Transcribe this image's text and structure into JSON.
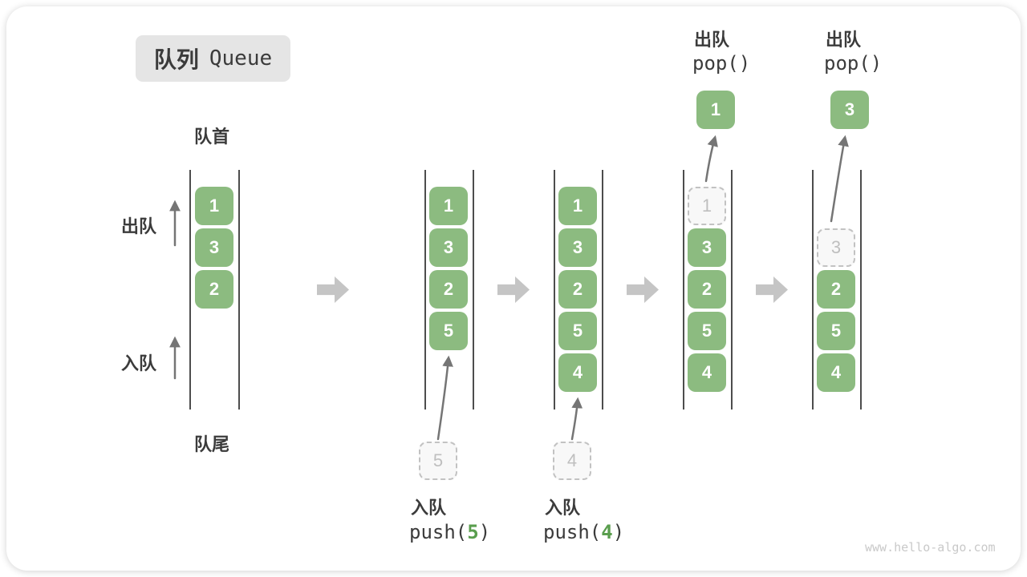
{
  "title": {
    "zh": "队列",
    "en": "Queue"
  },
  "side": {
    "front": "队首",
    "rear": "队尾",
    "dequeue": "出队",
    "enqueue": "入队"
  },
  "columns": [
    {
      "cells": [
        "1",
        "3",
        "2"
      ]
    },
    {
      "cells": [
        "1",
        "3",
        "2",
        "5"
      ]
    },
    {
      "cells": [
        "1",
        "3",
        "2",
        "5",
        "4"
      ]
    },
    {
      "ghost": "1",
      "cells": [
        "3",
        "2",
        "5",
        "4"
      ]
    },
    {
      "ghost": "3",
      "cells": [
        "2",
        "5",
        "4"
      ]
    }
  ],
  "ops": {
    "push5": {
      "label": "入队",
      "code_open": "push(",
      "arg": "5",
      "code_close": ")",
      "ghost_value": "5"
    },
    "push4": {
      "label": "入队",
      "code_open": "push(",
      "arg": "4",
      "code_close": ")",
      "ghost_value": "4"
    },
    "pop1": {
      "label": "出队",
      "code": "pop()",
      "popped_value": "1"
    },
    "pop3": {
      "label": "出队",
      "code": "pop()",
      "popped_value": "3"
    }
  },
  "watermark": "www.hello-algo.com",
  "colors": {
    "cell_green": "#8cbb80",
    "arg_green": "#5a9e4e",
    "wall_dark": "#4d4d4d",
    "block_arrow_gray": "#c5c5c5",
    "curve_arrow_gray": "#757575",
    "ghost_gray": "#c2c2c2",
    "text_dark": "#3b3b3b",
    "badge_bg": "#e5e5e5",
    "watermark_gray": "#c9c9c9"
  }
}
